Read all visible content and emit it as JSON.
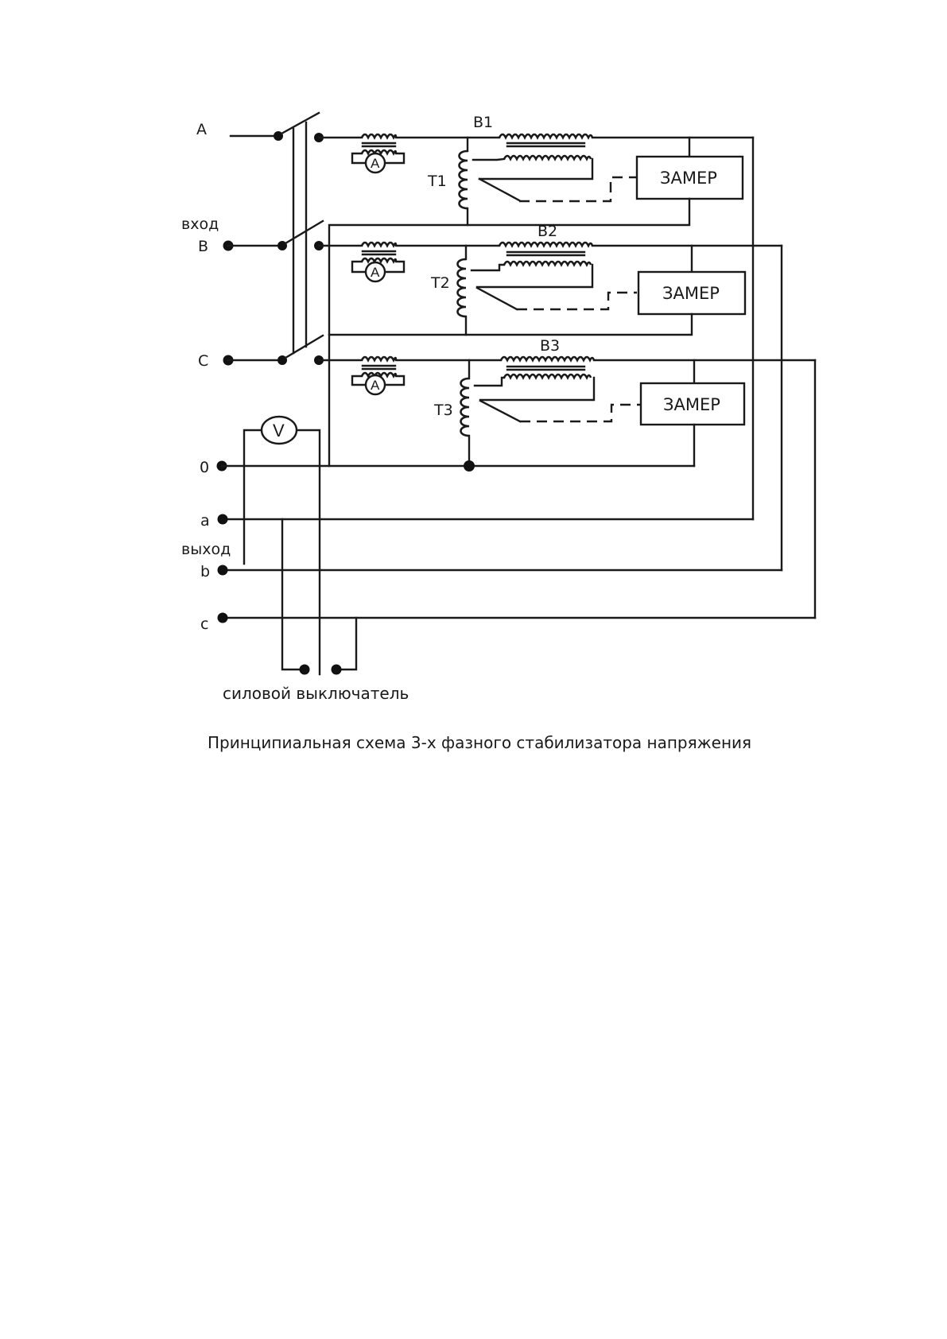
{
  "diagram": {
    "title": "Принципиальная схема 3-х фазного стабилизатора напряжения",
    "input_group_label": "вход",
    "output_group_label": "выход",
    "breaker_label": "силовой выключатель",
    "inputs": [
      {
        "id": "A",
        "label": "A"
      },
      {
        "id": "B",
        "label": "B"
      },
      {
        "id": "C",
        "label": "C"
      },
      {
        "id": "0",
        "label": "0"
      }
    ],
    "outputs": [
      {
        "id": "a",
        "label": "a"
      },
      {
        "id": "b",
        "label": "b"
      },
      {
        "id": "c",
        "label": "c"
      }
    ],
    "phases": [
      {
        "booster_label": "B1",
        "autotransformer_label": "T1",
        "control_label": "ЗАМЕР",
        "ammeter_label": "A"
      },
      {
        "booster_label": "B2",
        "autotransformer_label": "T2",
        "control_label": "ЗАМЕР",
        "ammeter_label": "A"
      },
      {
        "booster_label": "B3",
        "autotransformer_label": "T3",
        "control_label": "ЗАМЕР",
        "ammeter_label": "A"
      }
    ],
    "voltmeter_label": "V"
  }
}
